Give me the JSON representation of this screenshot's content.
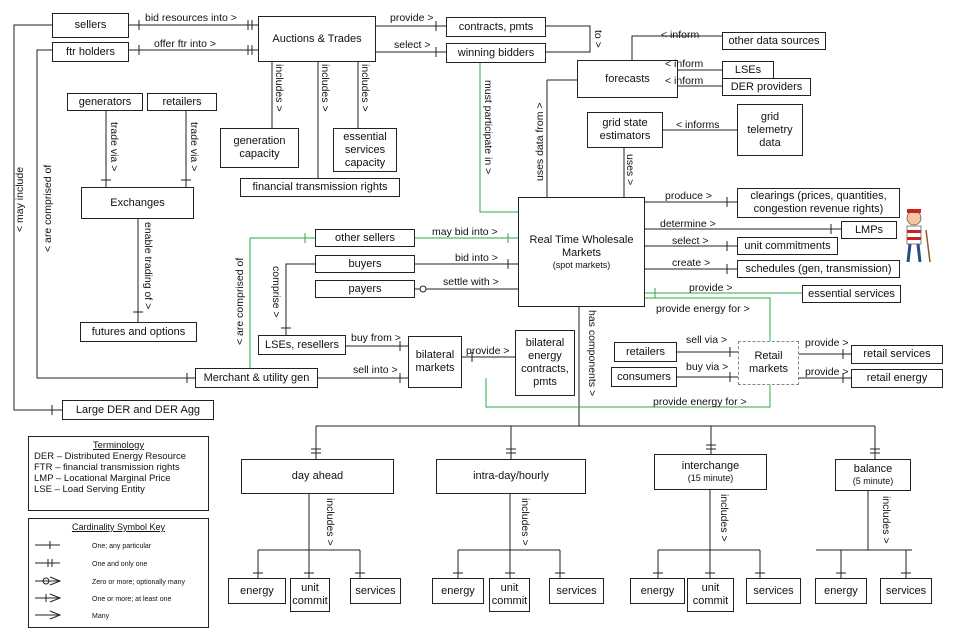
{
  "boxes": {
    "sellers": "sellers",
    "ftr_holders": "ftr holders",
    "auctions": "Auctions & Trades",
    "contracts": "contracts, pmts",
    "winning": "winning bidders",
    "generators": "generators",
    "retailers_top": "retailers",
    "exchanges": "Exchanges",
    "gen_capacity": "generation capacity",
    "ess_capacity": "essential services capacity",
    "ftr": "financial transmission rights",
    "futures": "futures and options",
    "forecasts": "forecasts",
    "other_sources": "other data sources",
    "lses": "LSEs",
    "der_providers": "DER providers",
    "grid_state": "grid state estimators",
    "telemetry": "grid telemetry data",
    "rtm_title": "Real Time Wholesale Markets",
    "rtm_sub": "(spot markets)",
    "clearings": "clearings (prices, quantities, congestion revenue rights)",
    "lmps": "LMPs",
    "unit_commitments": "unit commitments",
    "schedules": "schedules (gen, transmission)",
    "essential_services": "essential services",
    "other_sellers": "other sellers",
    "buyers": "buyers",
    "payers": "payers",
    "lses_resellers": "LSEs, resellers",
    "bilateral_markets": "bilateral markets",
    "bilateral_contracts": "bilateral energy contracts, pmts",
    "merchant": "Merchant & utility gen",
    "large_der": "Large DER and DER Agg",
    "retailers_mid": "retailers",
    "consumers": "consumers",
    "retail_markets": "Retail markets",
    "retail_services": "retail services",
    "retail_energy": "retail energy",
    "day_ahead": "day ahead",
    "intraday": "intra-day/hourly",
    "interchange": "interchange",
    "interchange_sub": "(15 minute)",
    "balance": "balance",
    "balance_sub": "(5 minute)",
    "energy": "energy",
    "unit_commit": "unit commit",
    "services": "services"
  },
  "labels": {
    "bid_resources": "bid resources into >",
    "offer_ftr": "offer ftr into >",
    "provide": "provide >",
    "select": "select >",
    "to": "to >",
    "includes": "includes >",
    "trade_via": "trade via >",
    "enable_trading": "enable trading of >",
    "may_include": "< may include",
    "are_comprised_of": "< are comprised of",
    "must_participate": "must participate in >",
    "uses_data_from": "uses data from >",
    "uses": "uses >",
    "inform": "< inform",
    "informs": "< informs",
    "produce": "produce >",
    "determine": "determine >",
    "select_rtm": "select >",
    "create": "create >",
    "provide_es": "provide >",
    "provide_energy_for": "provide energy for >",
    "may_bid_into": "may bid into >",
    "bid_into": "bid into >",
    "settle_with": "settle with >",
    "comprise": "comprise >",
    "buy_from": "buy from >",
    "sell_into": "sell into >",
    "provide_bilateral": "provide >",
    "sell_via": "sell via >",
    "buy_via": "buy via >",
    "has_components": "has components >",
    "are_comprised_of_green": "< are comprised of"
  },
  "terminology": {
    "title": "Terminology",
    "lines": [
      "DER – Distributed Energy Resource",
      "FTR – financial transmission rights",
      "LMP – Locational Marginal Price",
      "LSE – Load Serving Entity"
    ]
  },
  "cardinality_key": {
    "title": "Cardinality Symbol Key",
    "rows": [
      "One; any particular",
      "One and only one",
      "Zero or more; optionally many",
      "One or more; at least one",
      "Many"
    ]
  },
  "colors": {
    "line": "#222222",
    "green": "#2ea84a",
    "dashed": "#888888"
  },
  "icons": {
    "mascot": "waldo-figure-icon"
  }
}
